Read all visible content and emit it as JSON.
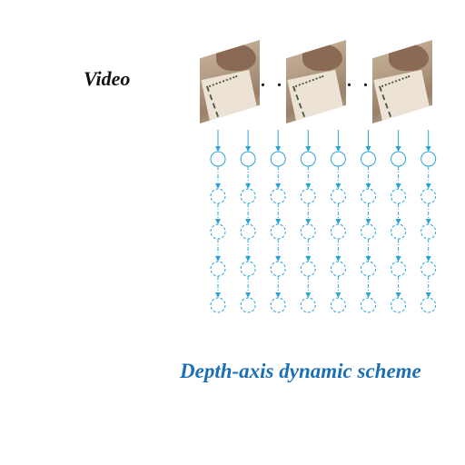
{
  "labels": {
    "video": "Video",
    "scheme": "Depth-axis dynamic scheme"
  },
  "frames": [
    {
      "name": "video-frame-1"
    },
    {
      "name": "video-frame-2"
    },
    {
      "name": "video-frame-3"
    }
  ],
  "ellipsis": ". .",
  "grid": {
    "columns": 8,
    "rows": 5,
    "solid_rows": 1,
    "node_color": "#29a3d9",
    "arrow_color": "#29a3d9"
  }
}
